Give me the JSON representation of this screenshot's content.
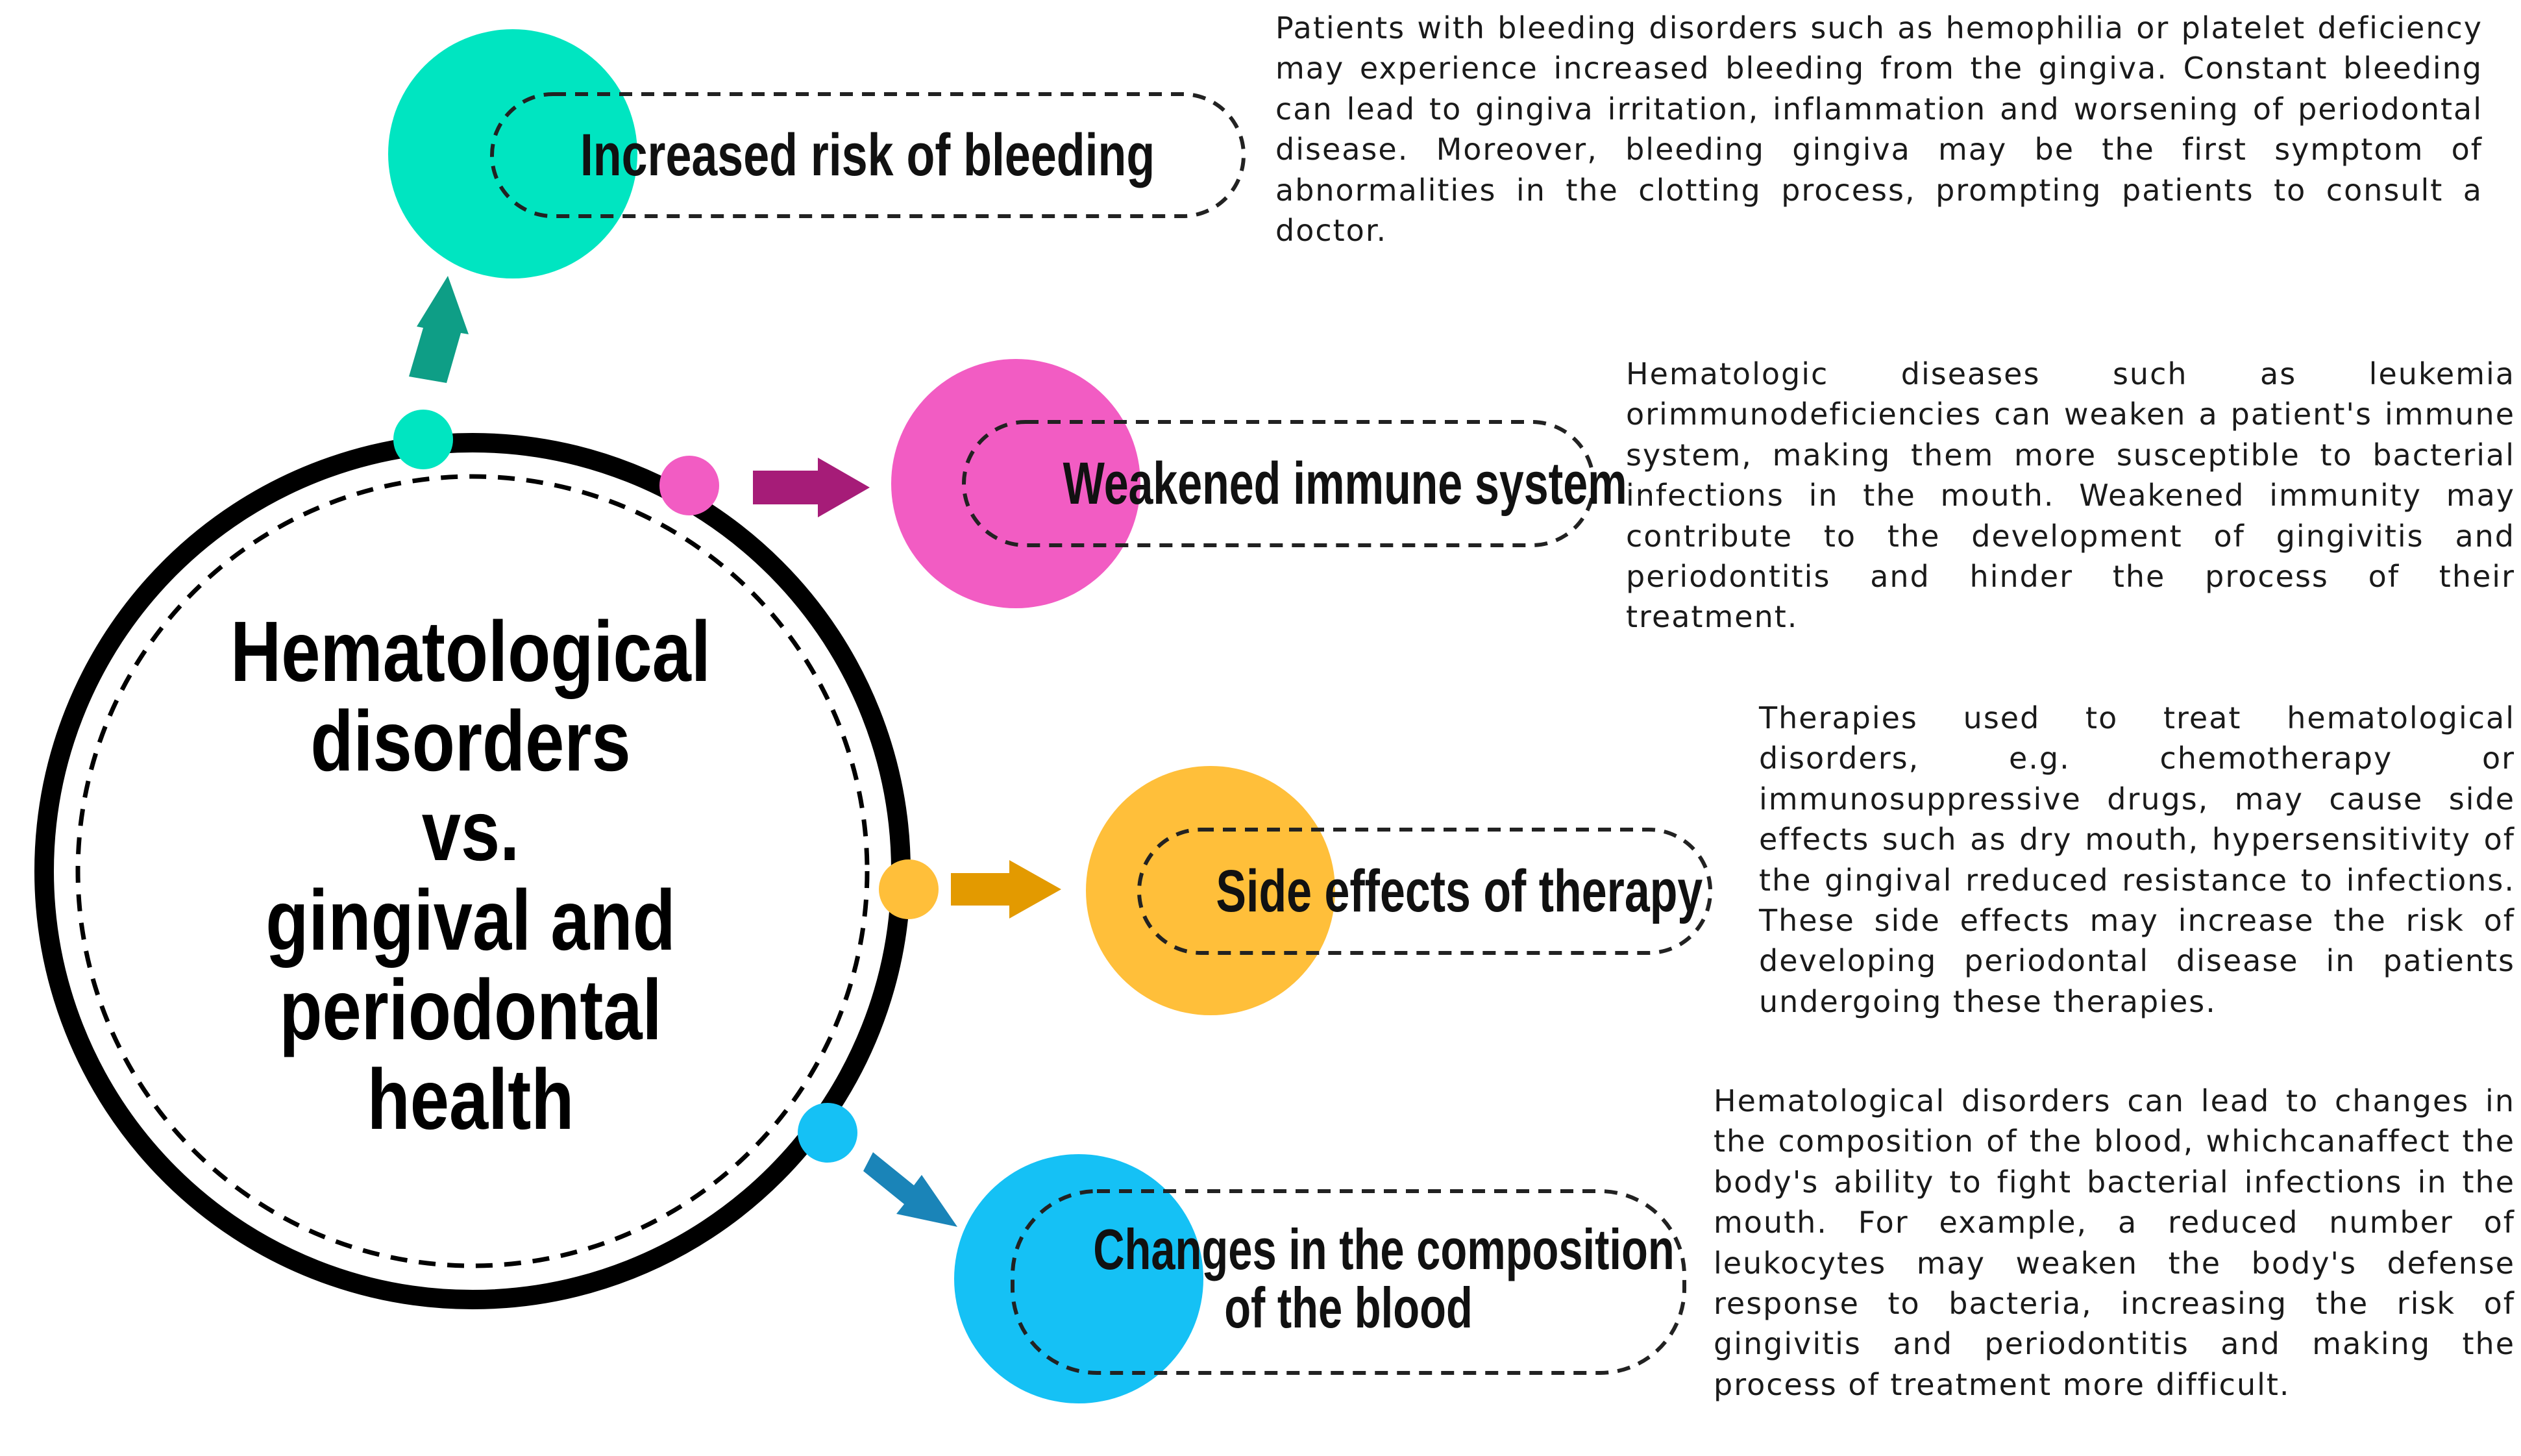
{
  "title_lines": [
    "Hematological",
    "disorders",
    "vs.",
    "gingival and",
    "periodontal",
    "health"
  ],
  "colors": {
    "bleeding": "#00E5C1",
    "bleeding_arrow": "#0E9E86",
    "immune": "#F25CC3",
    "immune_arrow": "#A61C78",
    "therapy": "#FFBF3A",
    "therapy_arrow": "#E39A00",
    "blood": "#15C1F5",
    "blood_arrow": "#1A84B8",
    "ring": "#000000"
  },
  "items": [
    {
      "key": "bleeding",
      "label_lines": [
        "Increased risk of bleeding"
      ],
      "description": "Patients with bleeding disorders such as hemophilia or platelet deficiency may experience increased bleeding from the gingiva. Constant bleeding can lead to gingiva irritation, inflammation and worsening of periodontal disease. Moreover, bleeding gingiva may be the first symptom of abnormalities in the clotting process, prompting patients to consult a doctor."
    },
    {
      "key": "immune",
      "label_lines": [
        "Weakened immune system"
      ],
      "description": "Hematologic diseases such as leukemia orimmunodeficiencies can weaken a patient's immune system, making them more susceptible to bacterial infections in the mouth. Weakened immunity may contribute to the development of gingivitis and periodontitis and hinder the process of their treatment."
    },
    {
      "key": "therapy",
      "label_lines": [
        "Side effects of therapy"
      ],
      "description": "Therapies used to treat hematological disorders, e.g. chemotherapy or immunosuppressive drugs, may cause side effects such as dry mouth, hypersensitivity of the gingival rreduced resistance to infections. These side effects may increase the risk of developing periodontal disease in patients undergoing these therapies."
    },
    {
      "key": "blood",
      "label_lines": [
        "Changes in the composition",
        "of the blood"
      ],
      "description": "Hematological disorders can lead to changes in the composition of the blood, whichcanaffect the body's ability to fight bacterial infections in the mouth. For example, a reduced number of leukocytes may weaken the body's defense response to bacteria, increasing the risk of gingivitis and periodontitis and making the process of treatment more difficult."
    }
  ]
}
